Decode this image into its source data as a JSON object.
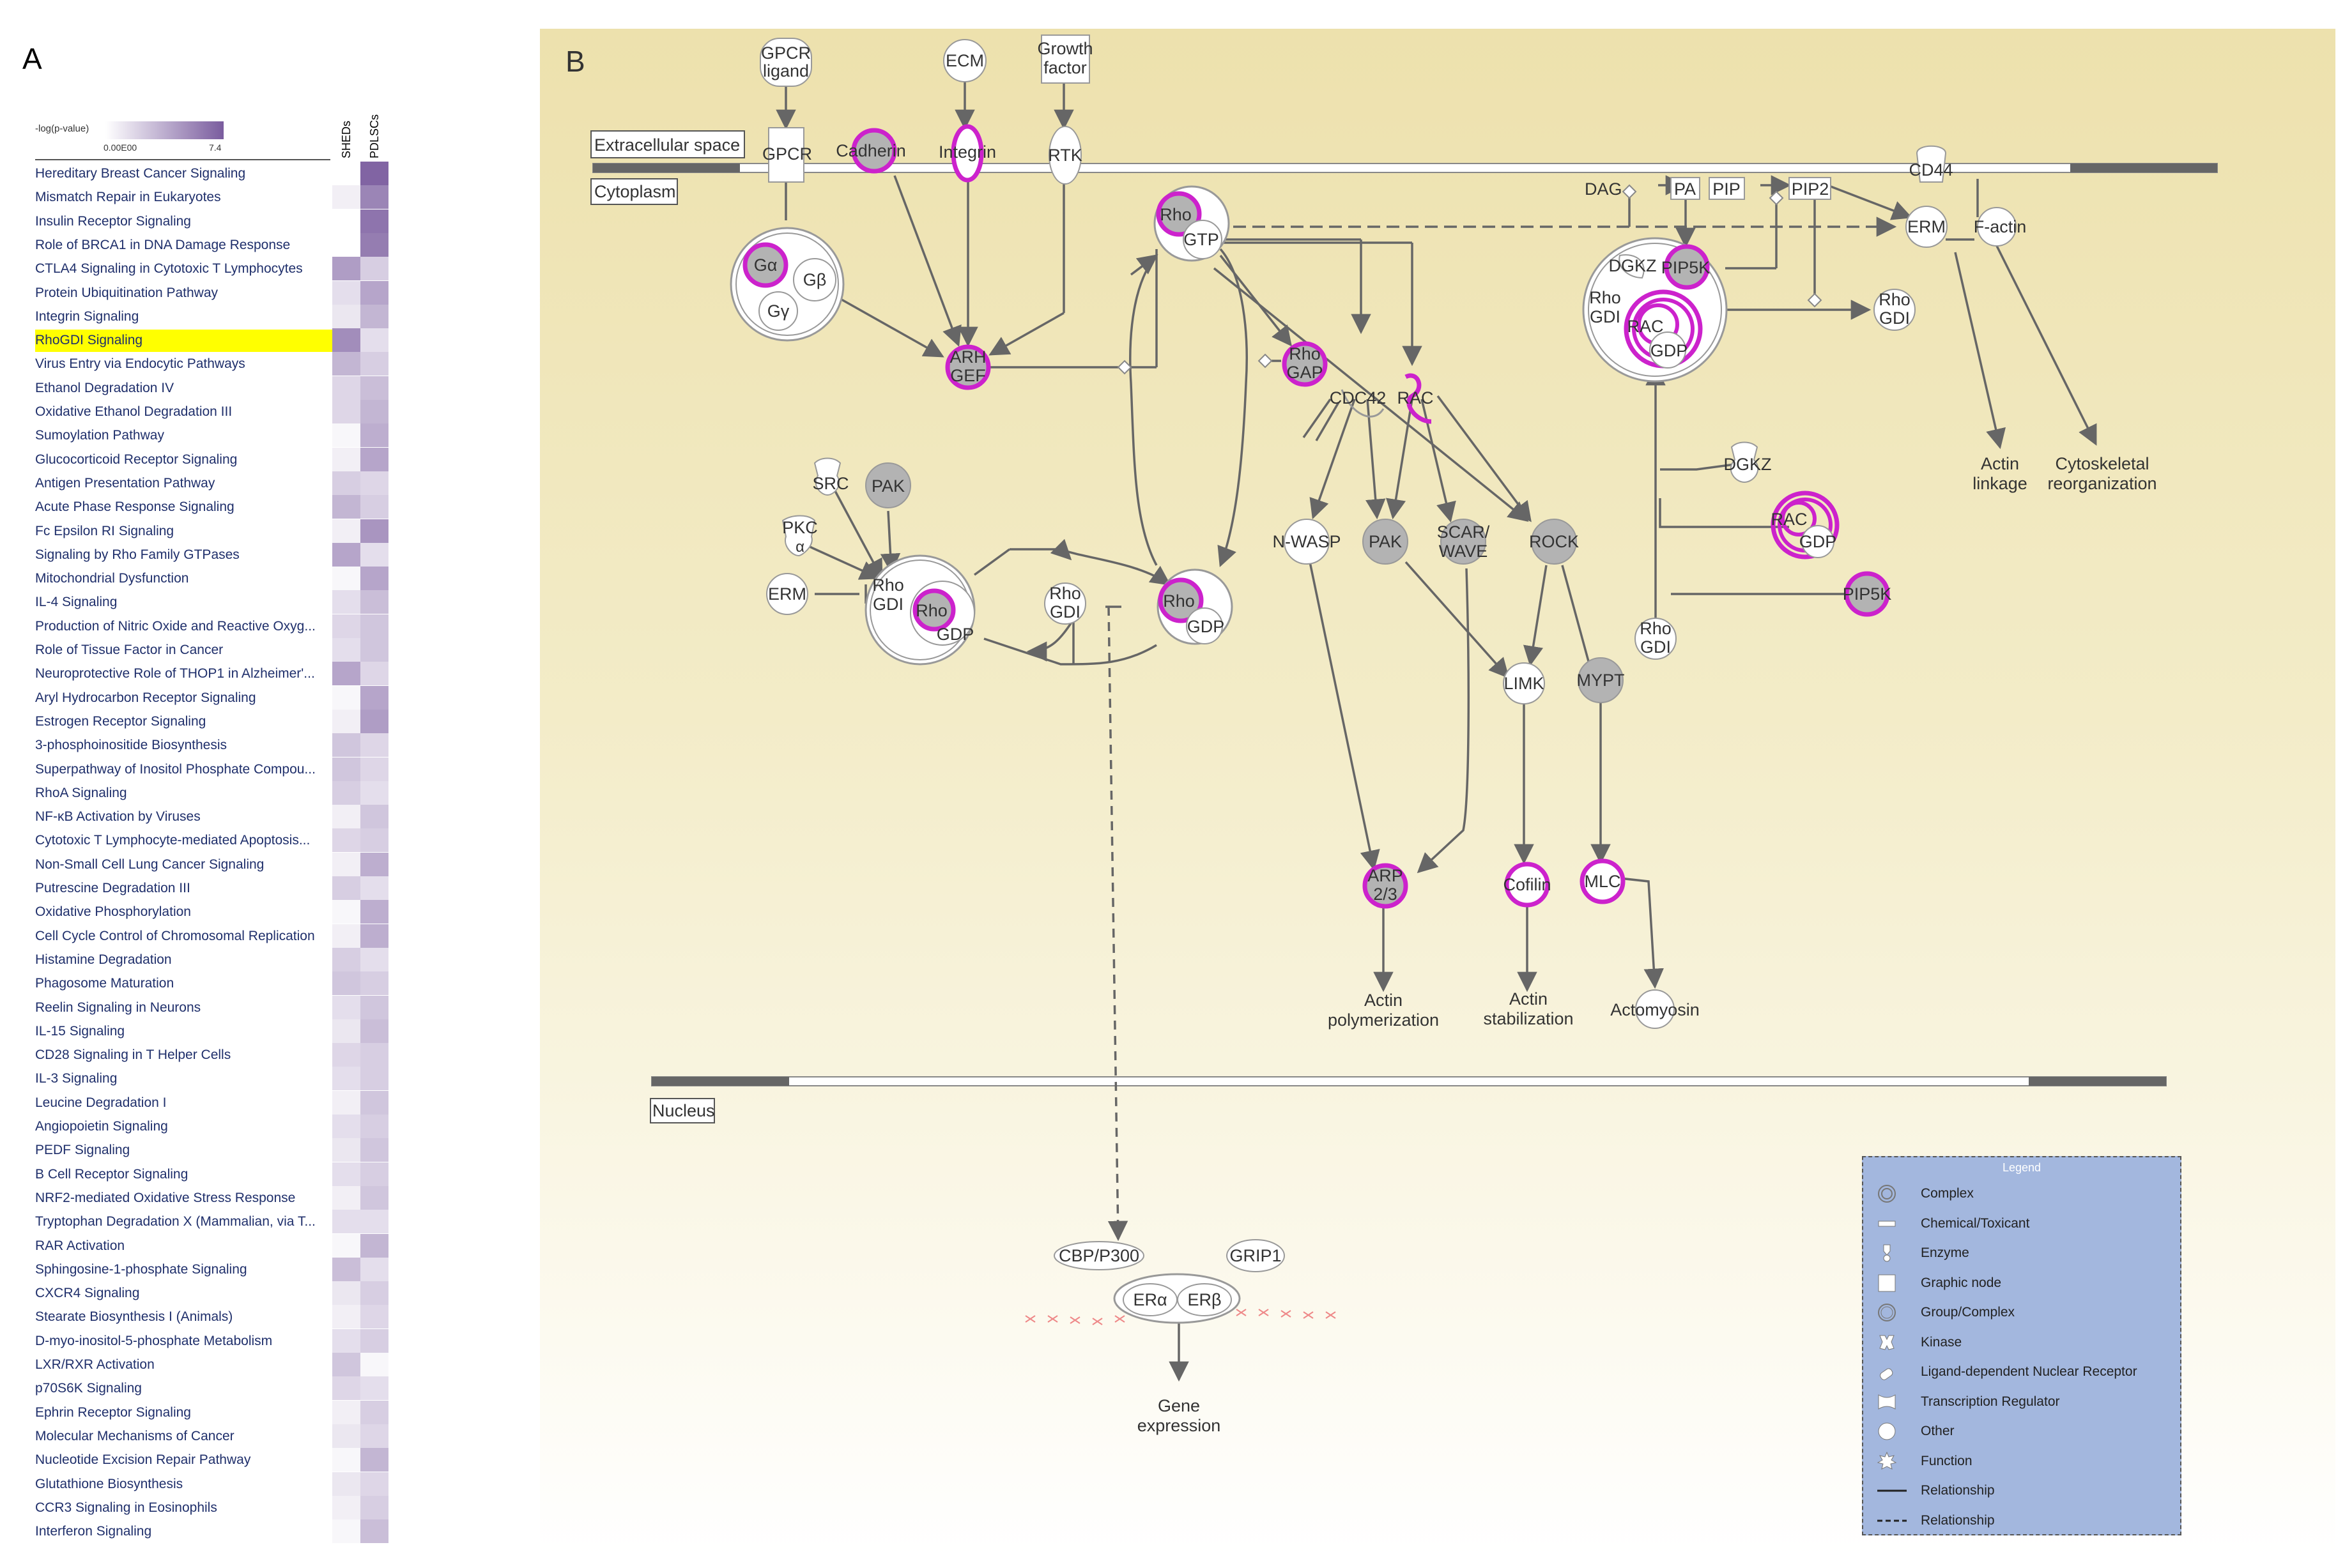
{
  "panelA": {
    "letter": "A",
    "legend_title": "-log(p-value)",
    "legend_min": "0.00E00",
    "legend_max": "7.4",
    "columns": [
      "SHEDs",
      "PDLSCs"
    ],
    "highlight_color": "#ffff00",
    "scale_color": "#7a5c9e",
    "rows": [
      {
        "label": "Hereditary Breast Cancer Signaling",
        "v": [
          0.0,
          0.95
        ]
      },
      {
        "label": "Mismatch Repair in Eukaryotes",
        "v": [
          0.1,
          0.75
        ]
      },
      {
        "label": "Insulin Receptor Signaling",
        "v": [
          0.0,
          0.85
        ]
      },
      {
        "label": "Role of BRCA1 in DNA Damage Response",
        "v": [
          0.0,
          0.8
        ]
      },
      {
        "label": "CTLA4 Signaling in Cytotoxic T Lymphocytes",
        "v": [
          0.6,
          0.3
        ]
      },
      {
        "label": "Protein Ubiquitination Pathway",
        "v": [
          0.2,
          0.55
        ]
      },
      {
        "label": "Integrin Signaling",
        "v": [
          0.15,
          0.45
        ]
      },
      {
        "label": "RhoGDI Signaling",
        "v": [
          0.7,
          0.2
        ],
        "highlight": true
      },
      {
        "label": "Virus Entry via Endocytic Pathways",
        "v": [
          0.45,
          0.3
        ]
      },
      {
        "label": "Ethanol Degradation IV",
        "v": [
          0.25,
          0.4
        ]
      },
      {
        "label": "Oxidative Ethanol Degradation III",
        "v": [
          0.25,
          0.45
        ]
      },
      {
        "label": "Sumoylation Pathway",
        "v": [
          0.05,
          0.5
        ]
      },
      {
        "label": "Glucocorticoid Receptor Signaling",
        "v": [
          0.1,
          0.55
        ]
      },
      {
        "label": "Antigen Presentation Pathway",
        "v": [
          0.3,
          0.25
        ]
      },
      {
        "label": "Acute Phase Response Signaling",
        "v": [
          0.45,
          0.3
        ]
      },
      {
        "label": "Fc Epsilon RI Signaling",
        "v": [
          0.1,
          0.65
        ]
      },
      {
        "label": "Signaling by Rho Family GTPases",
        "v": [
          0.55,
          0.2
        ]
      },
      {
        "label": "Mitochondrial Dysfunction",
        "v": [
          0.05,
          0.55
        ]
      },
      {
        "label": "IL-4 Signaling",
        "v": [
          0.2,
          0.4
        ]
      },
      {
        "label": "Production of Nitric Oxide and Reactive Oxyg...",
        "v": [
          0.25,
          0.35
        ]
      },
      {
        "label": "Role of Tissue Factor in Cancer",
        "v": [
          0.2,
          0.35
        ]
      },
      {
        "label": "Neuroprotective Role of THOP1 in Alzheimer'...",
        "v": [
          0.55,
          0.25
        ]
      },
      {
        "label": "Aryl Hydrocarbon Receptor Signaling",
        "v": [
          0.05,
          0.55
        ]
      },
      {
        "label": "Estrogen Receptor Signaling",
        "v": [
          0.1,
          0.6
        ]
      },
      {
        "label": "3-phosphoinositide Biosynthesis",
        "v": [
          0.35,
          0.25
        ]
      },
      {
        "label": "Superpathway of Inositol Phosphate Compou...",
        "v": [
          0.35,
          0.25
        ]
      },
      {
        "label": "RhoA Signaling",
        "v": [
          0.3,
          0.2
        ]
      },
      {
        "label": "NF-κB Activation by Viruses",
        "v": [
          0.1,
          0.35
        ]
      },
      {
        "label": "Cytotoxic T Lymphocyte-mediated Apoptosis...",
        "v": [
          0.25,
          0.3
        ]
      },
      {
        "label": "Non-Small Cell Lung Cancer Signaling",
        "v": [
          0.1,
          0.5
        ]
      },
      {
        "label": "Putrescine Degradation III",
        "v": [
          0.3,
          0.2
        ]
      },
      {
        "label": "Oxidative Phosphorylation",
        "v": [
          0.05,
          0.5
        ]
      },
      {
        "label": "Cell Cycle Control of Chromosomal Replication",
        "v": [
          0.1,
          0.5
        ]
      },
      {
        "label": "Histamine Degradation",
        "v": [
          0.3,
          0.2
        ]
      },
      {
        "label": "Phagosome Maturation",
        "v": [
          0.35,
          0.3
        ]
      },
      {
        "label": "Reelin Signaling in Neurons",
        "v": [
          0.2,
          0.35
        ]
      },
      {
        "label": "IL-15 Signaling",
        "v": [
          0.15,
          0.4
        ]
      },
      {
        "label": "CD28 Signaling in T Helper Cells",
        "v": [
          0.25,
          0.3
        ]
      },
      {
        "label": "IL-3 Signaling",
        "v": [
          0.2,
          0.3
        ]
      },
      {
        "label": "Leucine Degradation I",
        "v": [
          0.1,
          0.35
        ]
      },
      {
        "label": "Angiopoietin Signaling",
        "v": [
          0.2,
          0.3
        ]
      },
      {
        "label": "PEDF Signaling",
        "v": [
          0.15,
          0.35
        ]
      },
      {
        "label": "B Cell Receptor Signaling",
        "v": [
          0.2,
          0.3
        ]
      },
      {
        "label": "NRF2-mediated Oxidative Stress Response",
        "v": [
          0.1,
          0.35
        ]
      },
      {
        "label": "Tryptophan Degradation X (Mammalian, via T...",
        "v": [
          0.2,
          0.2
        ]
      },
      {
        "label": "RAR Activation",
        "v": [
          0.05,
          0.45
        ]
      },
      {
        "label": "Sphingosine-1-phosphate Signaling",
        "v": [
          0.4,
          0.2
        ]
      },
      {
        "label": "CXCR4 Signaling",
        "v": [
          0.15,
          0.3
        ]
      },
      {
        "label": "Stearate Biosynthesis I (Animals)",
        "v": [
          0.1,
          0.25
        ]
      },
      {
        "label": "D-myo-inositol-5-phosphate Metabolism",
        "v": [
          0.2,
          0.3
        ]
      },
      {
        "label": "LXR/RXR Activation",
        "v": [
          0.35,
          0.05
        ]
      },
      {
        "label": "p70S6K Signaling",
        "v": [
          0.25,
          0.2
        ]
      },
      {
        "label": "Ephrin Receptor Signaling",
        "v": [
          0.1,
          0.3
        ]
      },
      {
        "label": "Molecular Mechanisms of Cancer",
        "v": [
          0.15,
          0.25
        ]
      },
      {
        "label": "Nucleotide Excision Repair Pathway",
        "v": [
          0.05,
          0.45
        ]
      },
      {
        "label": "Glutathione Biosynthesis",
        "v": [
          0.15,
          0.25
        ]
      },
      {
        "label": "CCR3 Signaling in Eosinophils",
        "v": [
          0.1,
          0.3
        ]
      },
      {
        "label": "Interferon Signaling",
        "v": [
          0.05,
          0.4
        ]
      }
    ]
  },
  "panelB": {
    "letter": "B",
    "compartments": {
      "extracellular": "Extracellular space",
      "cytoplasm": "Cytoplasm",
      "nucleus": "Nucleus"
    },
    "highlight_color": "#cc22cc",
    "nodes": {
      "gpcr_ligand": [
        "GPCR",
        "ligand"
      ],
      "ecm": "ECM",
      "growth_factor": [
        "Growth",
        "factor"
      ],
      "gpcr": "GPCR",
      "cadherin": "Cadherin",
      "integrin": "Integrin",
      "rtk": "RTK",
      "cd44": "CD44",
      "dag": "DAG",
      "pa": "PA",
      "pip": "PIP",
      "pip2": "PIP2",
      "erm_top": "ERM",
      "factin": "F-actin",
      "galpha": "Gα",
      "gbeta": "Gβ",
      "ggamma": "Gγ",
      "rho_gtp": [
        "Rho",
        "GTP"
      ],
      "arhgef": [
        "ARH",
        "GEF"
      ],
      "rhogap": [
        "Rho",
        "GAP"
      ],
      "cdc42": "CDC42",
      "rac": "RAC",
      "dgkz_complex": "DGKZ",
      "pip5k_complex": "PIP5K",
      "rhogdi_complex": [
        "Rho",
        "GDI"
      ],
      "rac_complex": "RAC",
      "gdp_complex": "GDP",
      "rhogdi_right": [
        "Rho",
        "GDI"
      ],
      "actin_linkage": [
        "Actin",
        "linkage"
      ],
      "cytoskeletal": [
        "Cytoskeletal",
        "reorganization"
      ],
      "src": "SRC",
      "pak_left": "PAK",
      "pkc": [
        "PKC",
        "α"
      ],
      "erm_left": "ERM",
      "rhogdi_left": [
        "Rho",
        "GDI"
      ],
      "rho_left": "Rho",
      "gdp_left": "GDP",
      "rhogdi_mid": [
        "Rho",
        "GDI"
      ],
      "rho_mid": "Rho",
      "gdp_mid": "GDP",
      "nwasp": "N-WASP",
      "pak": "PAK",
      "scar": [
        "SCAR/",
        "WAVE"
      ],
      "rock": "ROCK",
      "dgkz": "DGKZ",
      "rac_gdp_rac": "RAC",
      "rac_gdp_gdp": "GDP",
      "pip5k": "PIP5K",
      "rhogdi_low": [
        "Rho",
        "GDI"
      ],
      "limk": "LIMK",
      "mypt": "MYPT",
      "arp": [
        "ARP",
        "2/3"
      ],
      "cofilin": "Cofilin",
      "mlc": "MLC",
      "actin_poly": [
        "Actin",
        "polymerization"
      ],
      "actin_stab": [
        "Actin",
        "stabilization"
      ],
      "actomyosin": "Actomyosin",
      "cbp": "CBP/P300",
      "grip1": "GRIP1",
      "era": "ERα",
      "erb": "ERβ",
      "gene_expr": [
        "Gene",
        "expression"
      ]
    },
    "legend": {
      "title": "Legend",
      "items": [
        {
          "icon": "complex-icon",
          "label": "Complex"
        },
        {
          "icon": "chemical-icon",
          "label": "Chemical/Toxicant"
        },
        {
          "icon": "enzyme-icon",
          "label": "Enzyme"
        },
        {
          "icon": "graphic-node-icon",
          "label": "Graphic node"
        },
        {
          "icon": "group-complex-icon",
          "label": "Group/Complex"
        },
        {
          "icon": "kinase-icon",
          "label": "Kinase"
        },
        {
          "icon": "nuclear-receptor-icon",
          "label": "Ligand-dependent Nuclear Receptor"
        },
        {
          "icon": "transcription-regulator-icon",
          "label": "Transcription Regulator"
        },
        {
          "icon": "other-icon",
          "label": "Other"
        },
        {
          "icon": "function-icon",
          "label": "Function"
        },
        {
          "icon": "solid-line-icon",
          "label": "Relationship"
        },
        {
          "icon": "dashed-line-icon",
          "label": "Relationship"
        }
      ]
    }
  }
}
